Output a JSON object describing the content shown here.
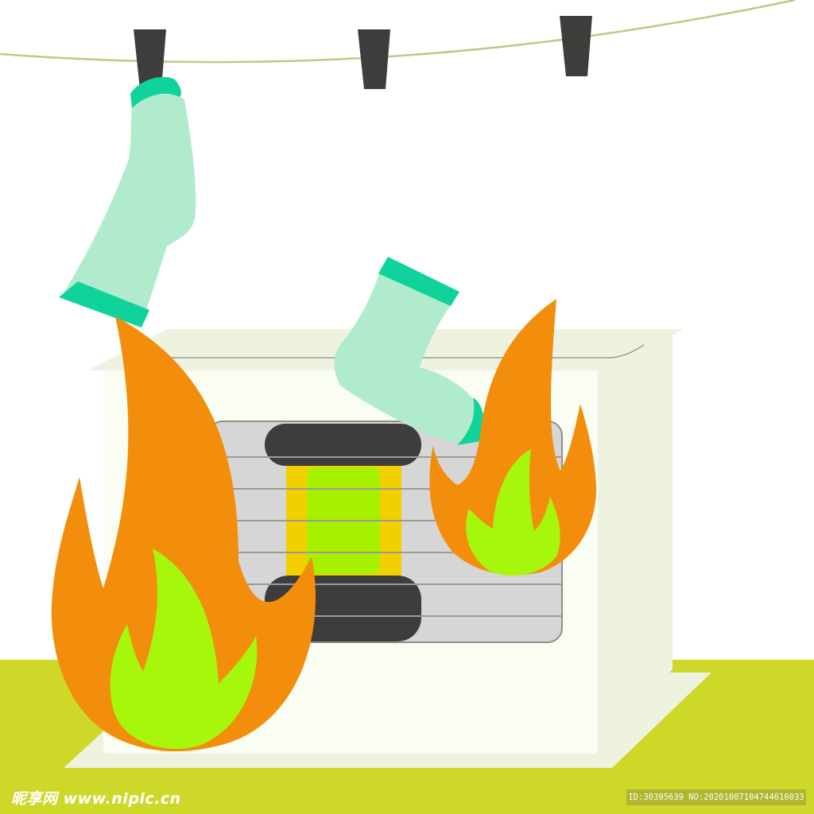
{
  "scene": {
    "colors": {
      "background": "#ffffff",
      "floor": "#cdd829",
      "heater_body": "#fafdf2",
      "heater_shadow": "#eef3df",
      "grille": "#d6d6d6",
      "grille_lines": "#9a9a9a",
      "heater_end_caps": "#3e3d3b",
      "heating_frame": "#f2d000",
      "heating_core": "#a7f000",
      "flame_outer": "#f38e0d",
      "flame_inner": "#a6f70c",
      "sock": "#b1ebcd",
      "sock_trim": "#0fd39a",
      "clothesline": "#c5c586",
      "clothespin": "#3e3d3b"
    },
    "icons": [
      "clothesline",
      "clothespin",
      "sock",
      "space-heater",
      "flame"
    ]
  },
  "watermark": {
    "left_text": "昵享网 www.nipic.cn",
    "right_text": "ID:30395639 NO:20201007104744616033"
  }
}
